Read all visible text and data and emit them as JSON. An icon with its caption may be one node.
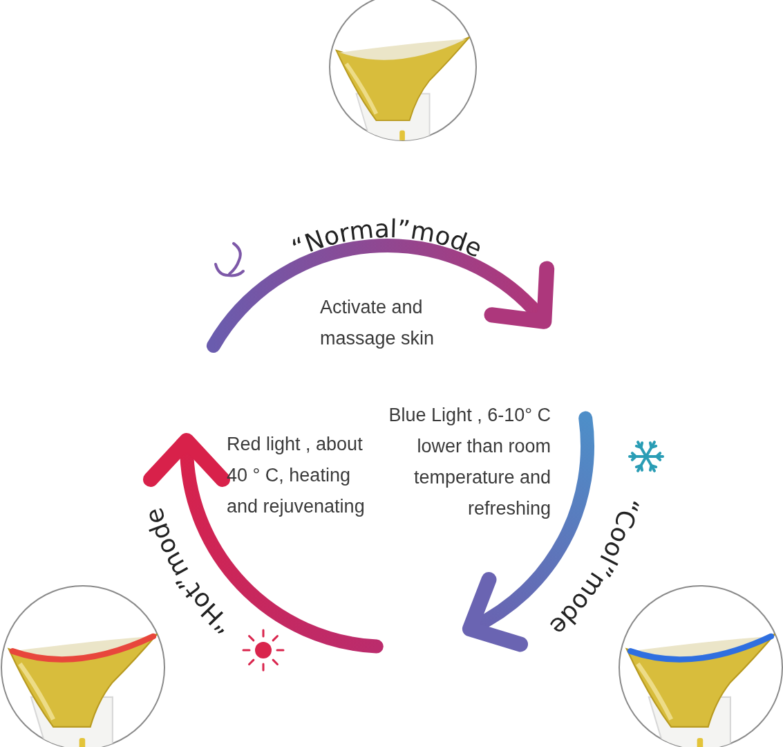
{
  "diagram": {
    "labels": [
      "“Normal”mode",
      "Activate and massage skin",
      "Blue Light , 6-10° C lower than room temperature and refreshing",
      "Red light , about 40 ° C, heating and rejuvenating",
      "“Hot”mode",
      "“Cool”mode"
    ]
  }
}
